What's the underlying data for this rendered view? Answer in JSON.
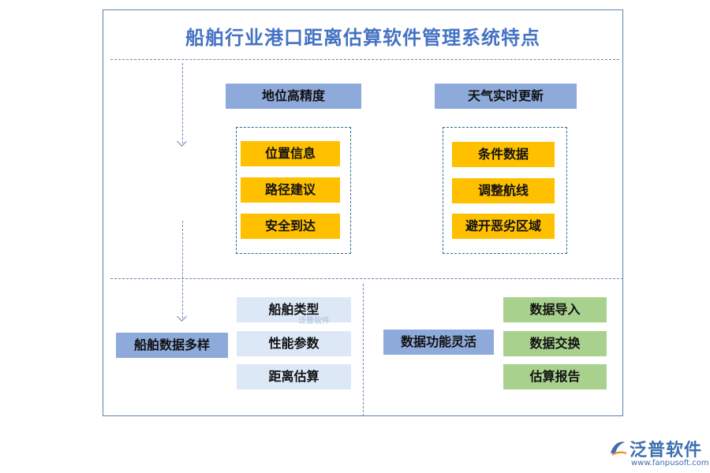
{
  "title": "船舶行业港口距离估算软件管理系统特点",
  "section1": {
    "left_header": "地位高精度",
    "left_items": [
      "位置信息",
      "路径建议",
      "安全到达"
    ],
    "right_header": "天气实时更新",
    "right_items": [
      "条件数据",
      "调整航线",
      "避开恶劣区域"
    ]
  },
  "section2": {
    "left_header": "船舶数据多样",
    "left_items": [
      "船舶类型",
      "性能参数",
      "距离估算"
    ],
    "right_header": "数据功能灵活",
    "right_items": [
      "数据导入",
      "数据交换",
      "估算报告"
    ]
  },
  "watermark": "泛普软件",
  "logo": {
    "name": "泛普软件",
    "url": "www.fanpusoft.com"
  },
  "colors": {
    "title": "#4472c4",
    "header": "#8eaadb",
    "yellow": "#ffc000",
    "light_blue": "#dde8f7",
    "green": "#a9d18e",
    "frame": "#5b7fb3"
  }
}
